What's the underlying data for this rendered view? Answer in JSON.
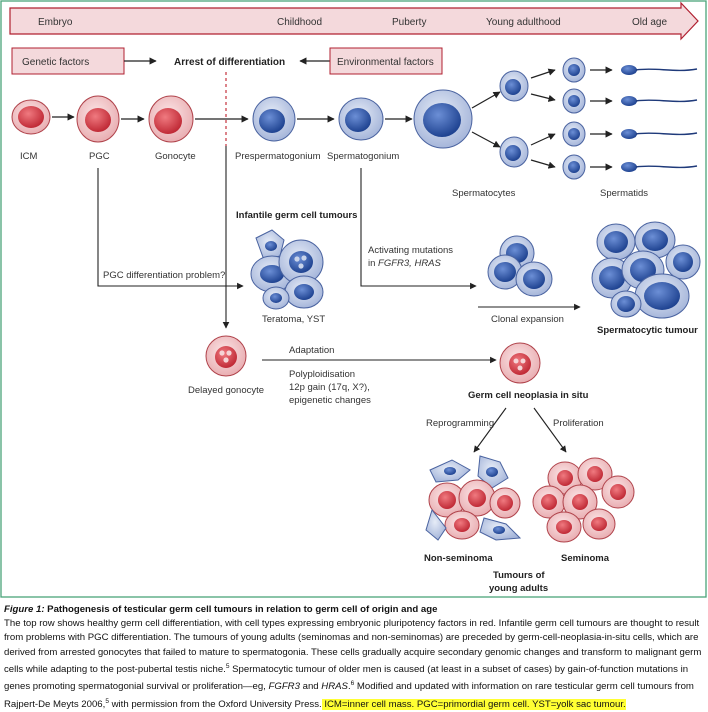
{
  "timeline": {
    "stages": [
      "Embryo",
      "Childhood",
      "Puberty",
      "Young adulthood",
      "Old age"
    ]
  },
  "factors": {
    "genetic": "Genetic factors",
    "arrest": "Arrest of differentiation",
    "environmental": "Environmental factors"
  },
  "cells": {
    "icm": "ICM",
    "pgc": "PGC",
    "gonocyte": "Gonocyte",
    "prespermatogonium": "Prespermatogonium",
    "spermatogonium": "Spermatogonium",
    "spermatocytes": "Spermatocytes",
    "spermatids": "Spermatids"
  },
  "tumours": {
    "infantile_title": "Infantile germ cell tumours",
    "infantile_types": "Teratoma, YST",
    "pgc_problem": "PGC differentiation problem?",
    "activating_line1": "Activating mutations",
    "activating_line2_prefix": "in ",
    "activating_line2_genes": "FGFR3, HRAS",
    "clonal_expansion": "Clonal expansion",
    "spermatocytic": "Spermatocytic tumour",
    "delayed_gonocyte": "Delayed gonocyte",
    "adaptation": "Adaptation",
    "poly_line1": "Polyploidisation",
    "poly_line2": "12p gain (17q, X?),",
    "poly_line3": "epigenetic changes",
    "gcnis": "Germ cell neoplasia in situ",
    "reprogramming": "Reprogramming",
    "proliferation": "Proliferation",
    "non_seminoma": "Non-seminoma",
    "seminoma": "Seminoma",
    "young_adults_line1": "Tumours of",
    "young_adults_line2": "young adults"
  },
  "caption": {
    "figure_label": "Figure 1:",
    "title": " Pathogenesis of testicular germ cell tumours in relation to germ cell of origin and age",
    "text_part1": "The top row shows healthy germ cell differentiation, with cell types expressing embryonic pluripotency factors in red. Infantile germ cell tumours are thought to result from problems with PGC differentiation. The tumours of young adults (seminomas and non-seminomas) are preceded by germ-cell-neoplasia-in-situ cells, which are derived from arrested gonocytes that failed to mature to spermatogonia. These cells gradually acquire secondary genomic changes and transform to malignant germ cells while adapting to the post-pubertal testis niche.",
    "ref5a": "5",
    "text_part2": " Spermatocytic tumour of older men is caused (at least in a subset of cases) by gain-of-function mutations in genes promoting spermatogonial survival or proliferation—eg, ",
    "gene1": "FGFR3",
    "text_and": " and ",
    "gene2": "HRAS",
    "text_part3": ".",
    "ref6": "6",
    "text_part4": " Modified and updated with information on rare testicular germ cell tumours from Rajpert-De Meyts 2006,",
    "ref5b": "5",
    "text_part5": " with permission from the Oxford University Press.",
    "highlight": " ICM=inner cell mass. PGC=primordial germ cell. YST=yolk sac tumour."
  },
  "colors": {
    "frame": "#4aa37a",
    "timeline_fill": "#f4d9dc",
    "timeline_stroke": "#b02030",
    "pink_cell": "#f3c9cc",
    "red_nucleus": "#d9404a",
    "blue_cell": "#c9d4ea",
    "blue_nucleus": "#2f57a6",
    "highlight": "#ffff33"
  }
}
